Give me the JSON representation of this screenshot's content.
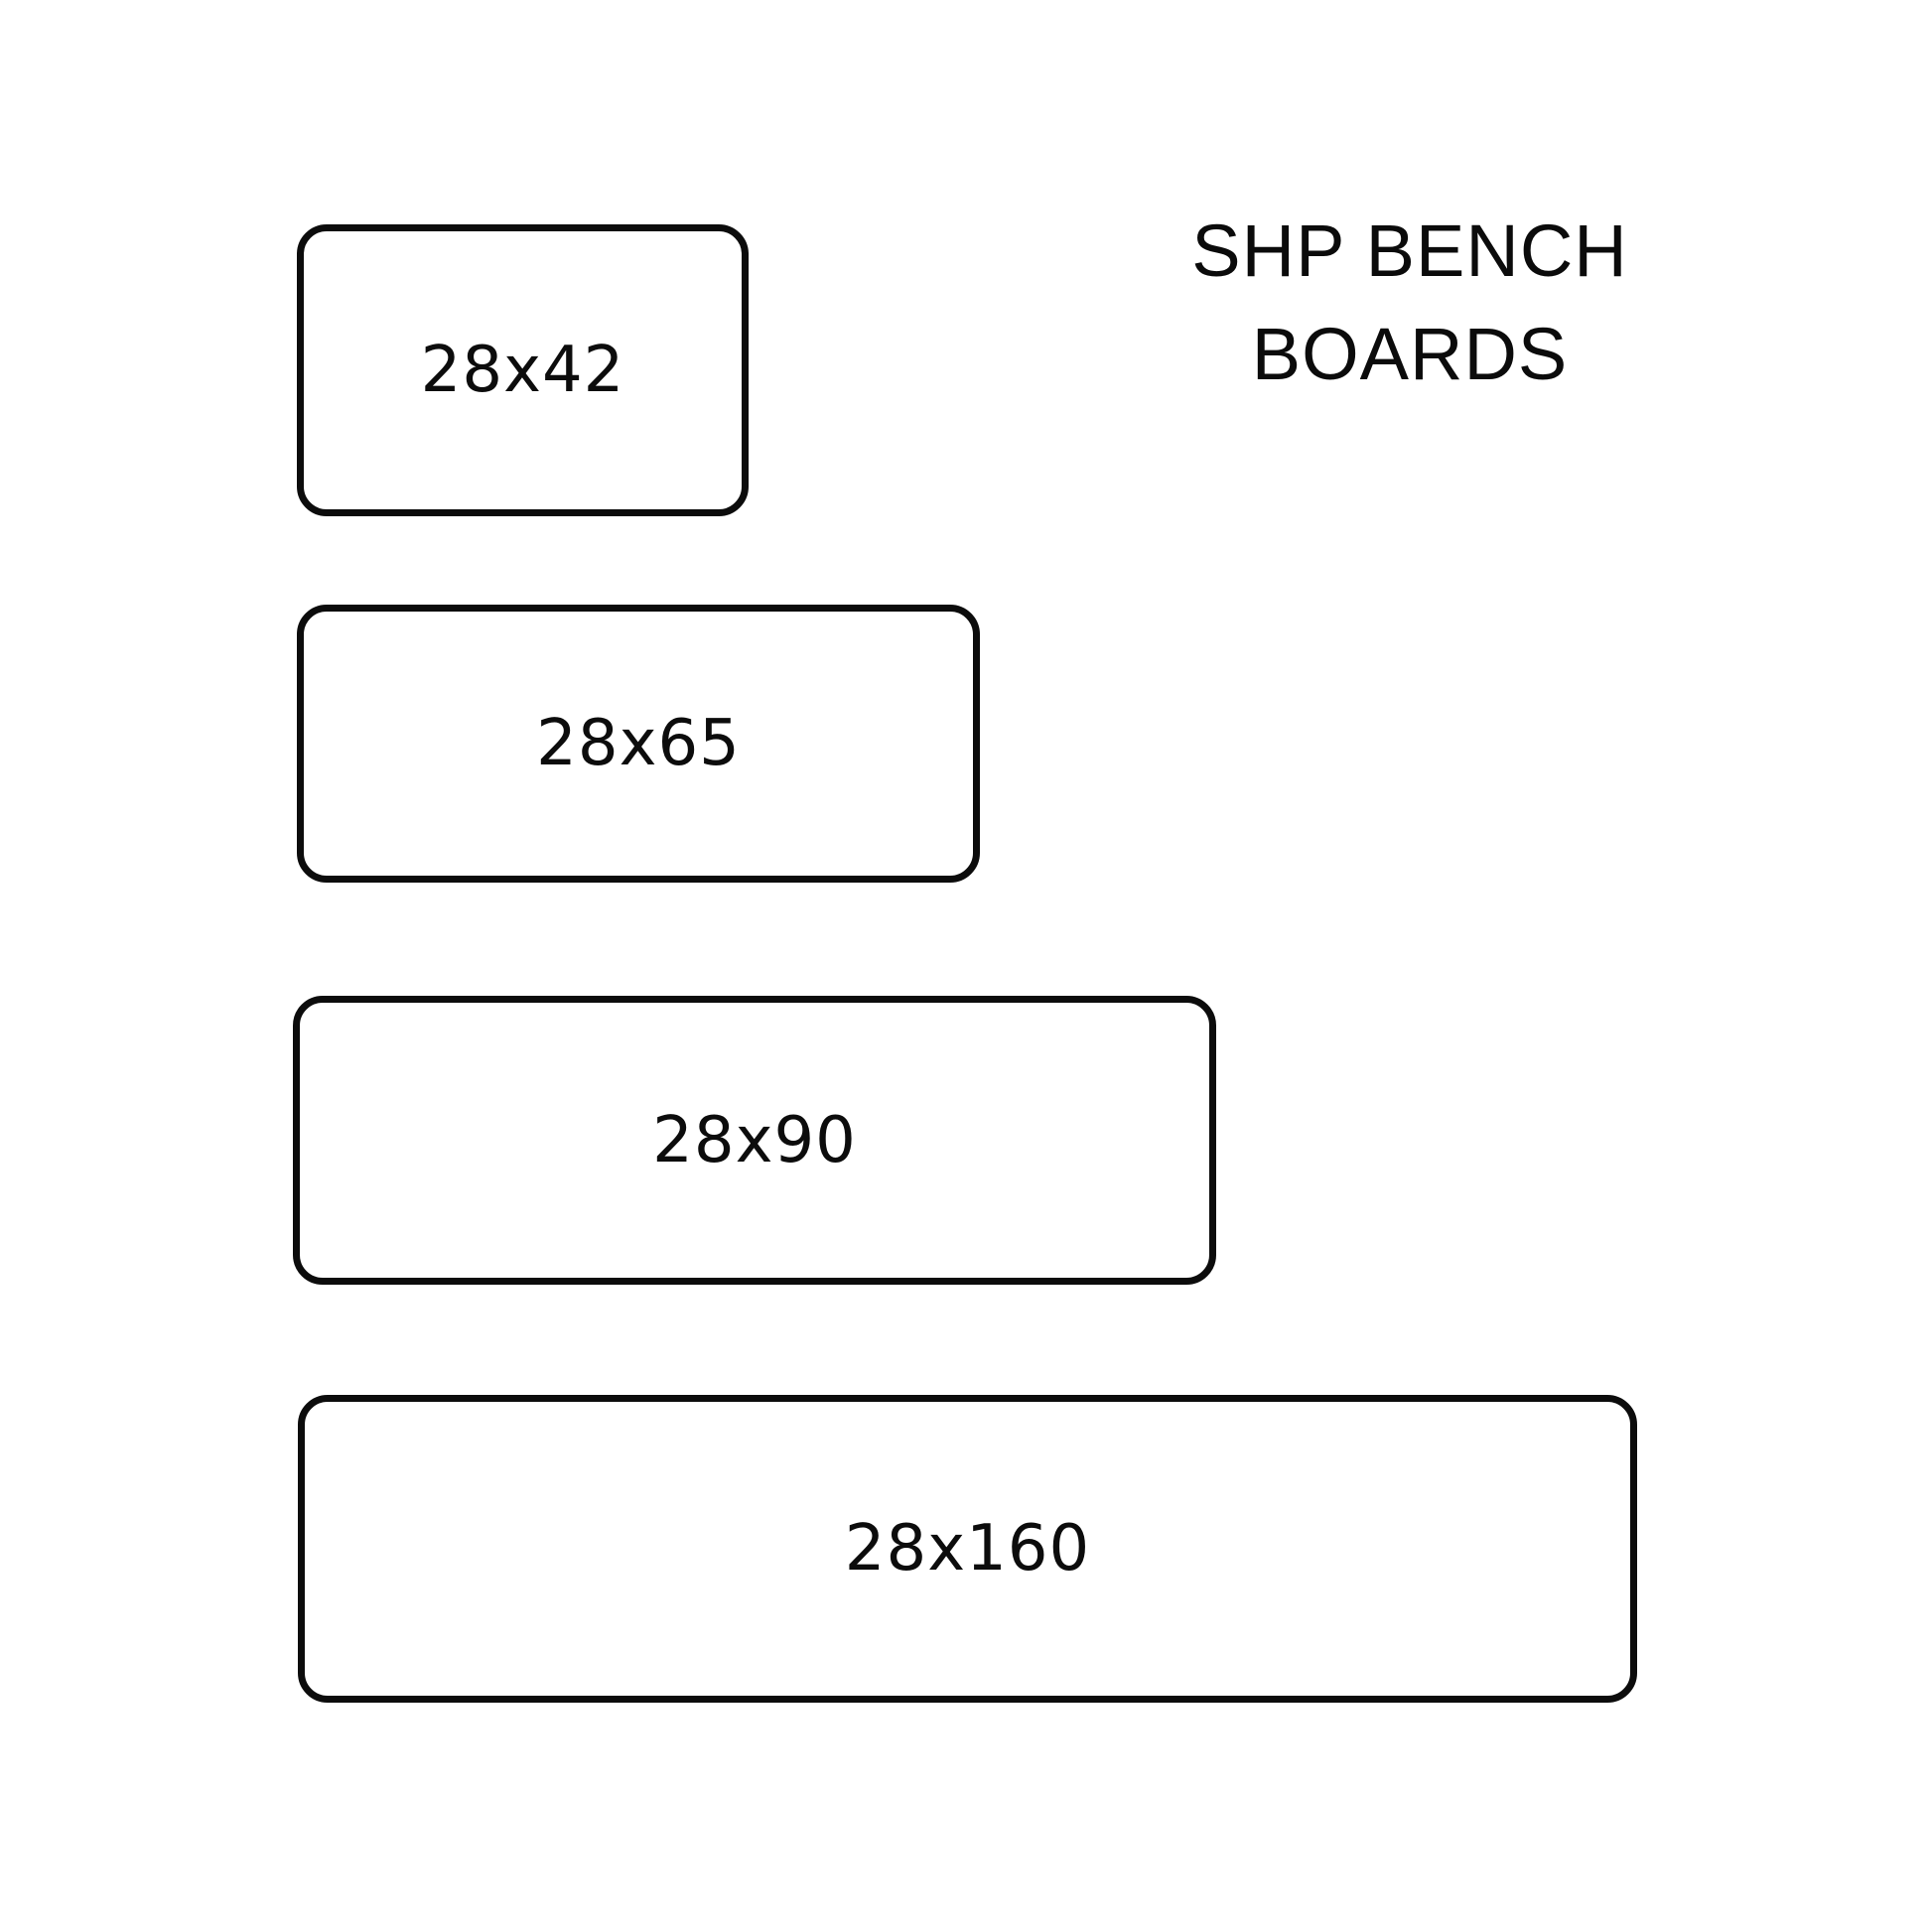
{
  "title": {
    "line1": "SHP BENCH",
    "line2": "BOARDS"
  },
  "boards": [
    {
      "label": "28x42"
    },
    {
      "label": "28x65"
    },
    {
      "label": "28x90"
    },
    {
      "label": "28x160"
    }
  ],
  "colors": {
    "background": "#ffffff",
    "stroke": "#0c0c0c",
    "text": "#0b0b0b"
  }
}
